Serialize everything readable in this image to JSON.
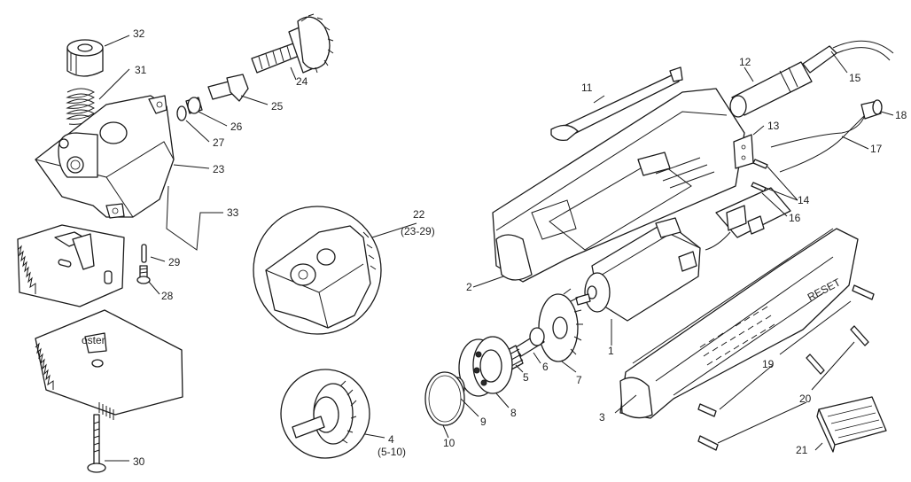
{
  "labels": {
    "l1": "1",
    "l2": "2",
    "l3": "3",
    "l4": "4",
    "l4sub": "(5-10)",
    "l5": "5",
    "l6": "6",
    "l7": "7",
    "l8": "8",
    "l9": "9",
    "l10": "10",
    "l11": "11",
    "l12": "12",
    "l13": "13",
    "l14": "14",
    "l15": "15",
    "l16": "16",
    "l17": "17",
    "l18": "18",
    "l19": "19",
    "l20": "20",
    "l21": "21",
    "l22": "22",
    "l22sub": "(23-29)",
    "l23": "23",
    "l24": "24",
    "l25": "25",
    "l26": "26",
    "l27": "27",
    "l28": "28",
    "l29": "29",
    "l30": "30",
    "l31": "31",
    "l32": "32",
    "l33": "33"
  },
  "printed_text": {
    "reset": "RESET",
    "blade_brand": "oster"
  },
  "colors": {
    "ink": "#1a1a1a",
    "background": "#ffffff"
  }
}
